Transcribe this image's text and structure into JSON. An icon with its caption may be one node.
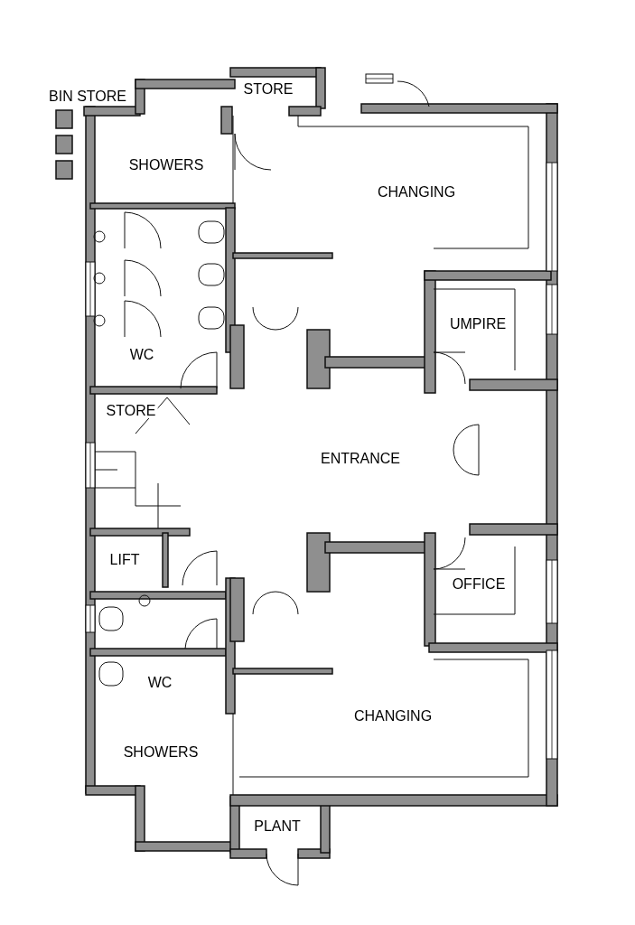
{
  "diagram": {
    "labels": [
      "STORE",
      "BIN STORE",
      "SHOWERS",
      "CHANGING",
      "UMPIRE",
      "WC",
      "STORE",
      "ENTRANCE",
      "LIFT",
      "OFFICE",
      "WC",
      "CHANGING",
      "SHOWERS",
      "PLANT"
    ]
  }
}
